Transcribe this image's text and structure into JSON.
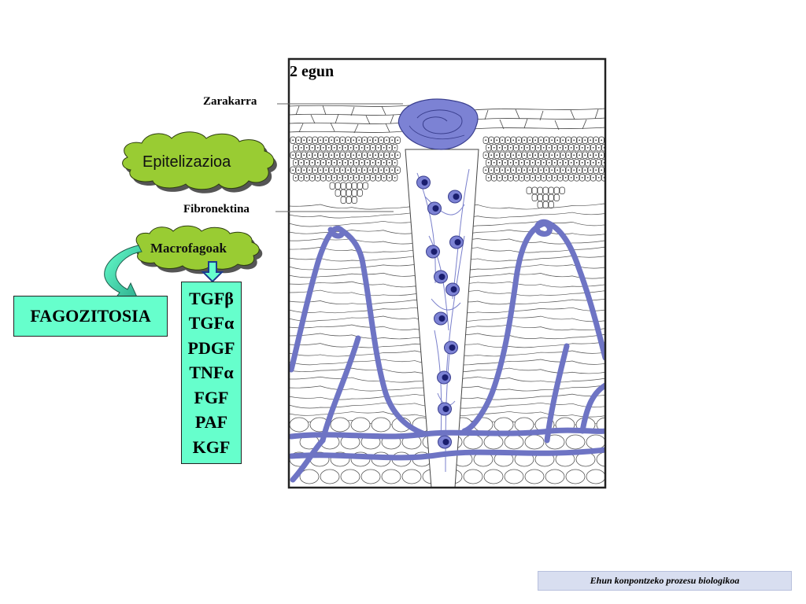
{
  "day_label": "2 egun",
  "labels": {
    "scab": "Zarakarra",
    "fibronectin": "Fibronektina"
  },
  "clouds": {
    "epithelization": "Epitelizazioa",
    "macrophages": "Macrofagoak"
  },
  "phagocytosis": "FAGOZITOSIA",
  "factors": [
    "TGFβ",
    "TGFα",
    "PDGF",
    "TNFα",
    "FGF",
    "PAF",
    "KGF"
  ],
  "footer": "Ehun konpontzeko prozesu biologikoa",
  "colors": {
    "cloud_green": "#99cc33",
    "box_teal": "#66ffcc",
    "vessel_blue": "#6e74c4",
    "cell_dark": "#1a1e6e",
    "footer_bg": "#d8def0"
  }
}
